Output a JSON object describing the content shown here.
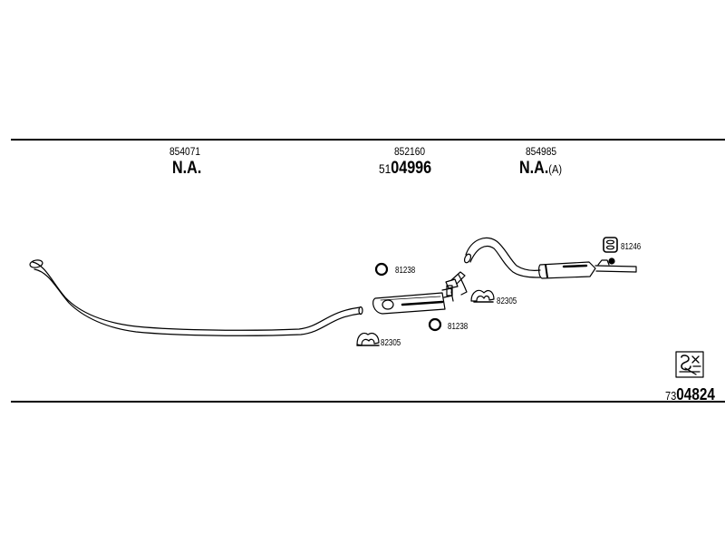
{
  "columns": [
    {
      "part_number": "854071",
      "status": "N.A."
    },
    {
      "part_number": "852160",
      "code_prefix": "51",
      "code": "04996"
    },
    {
      "part_number": "854985",
      "status": "N.A.",
      "status_suffix": "(A)"
    }
  ],
  "fittings": {
    "clamp_top": "81238",
    "clamp_bottom": "81238",
    "bracket_right": "82305",
    "bracket_left": "82305",
    "hanger": "81246"
  },
  "diagram_code": {
    "prefix": "73",
    "number": "04824"
  },
  "icons": [
    "exhaust-pipe-icon",
    "muffler-icon",
    "ring-clamp-icon",
    "u-bracket-icon",
    "rubber-hanger-icon",
    "tool-box-icon"
  ]
}
